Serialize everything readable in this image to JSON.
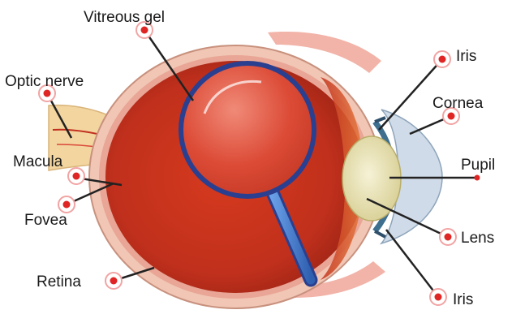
{
  "labels": {
    "vitreous_gel": "Vitreous gel",
    "optic_nerve": "Optic nerve",
    "macula": "Macula",
    "fovea": "Fovea",
    "retina": "Retina",
    "iris_top": "Iris",
    "cornea": "Cornea",
    "pupil": "Pupil",
    "lens": "Lens",
    "iris_bottom": "Iris"
  },
  "colors": {
    "eye_interior": "#c0301c",
    "eye_interior_light": "#e0642f",
    "sclera": "#f1c6b4",
    "magnifier_rim": "#2a3f8f",
    "magnifier_handle": "#4a7fd0",
    "lens": "#e9e3b8",
    "cornea": "#cfdbe8",
    "marker": "#e02525",
    "leader_line": "#222222"
  }
}
